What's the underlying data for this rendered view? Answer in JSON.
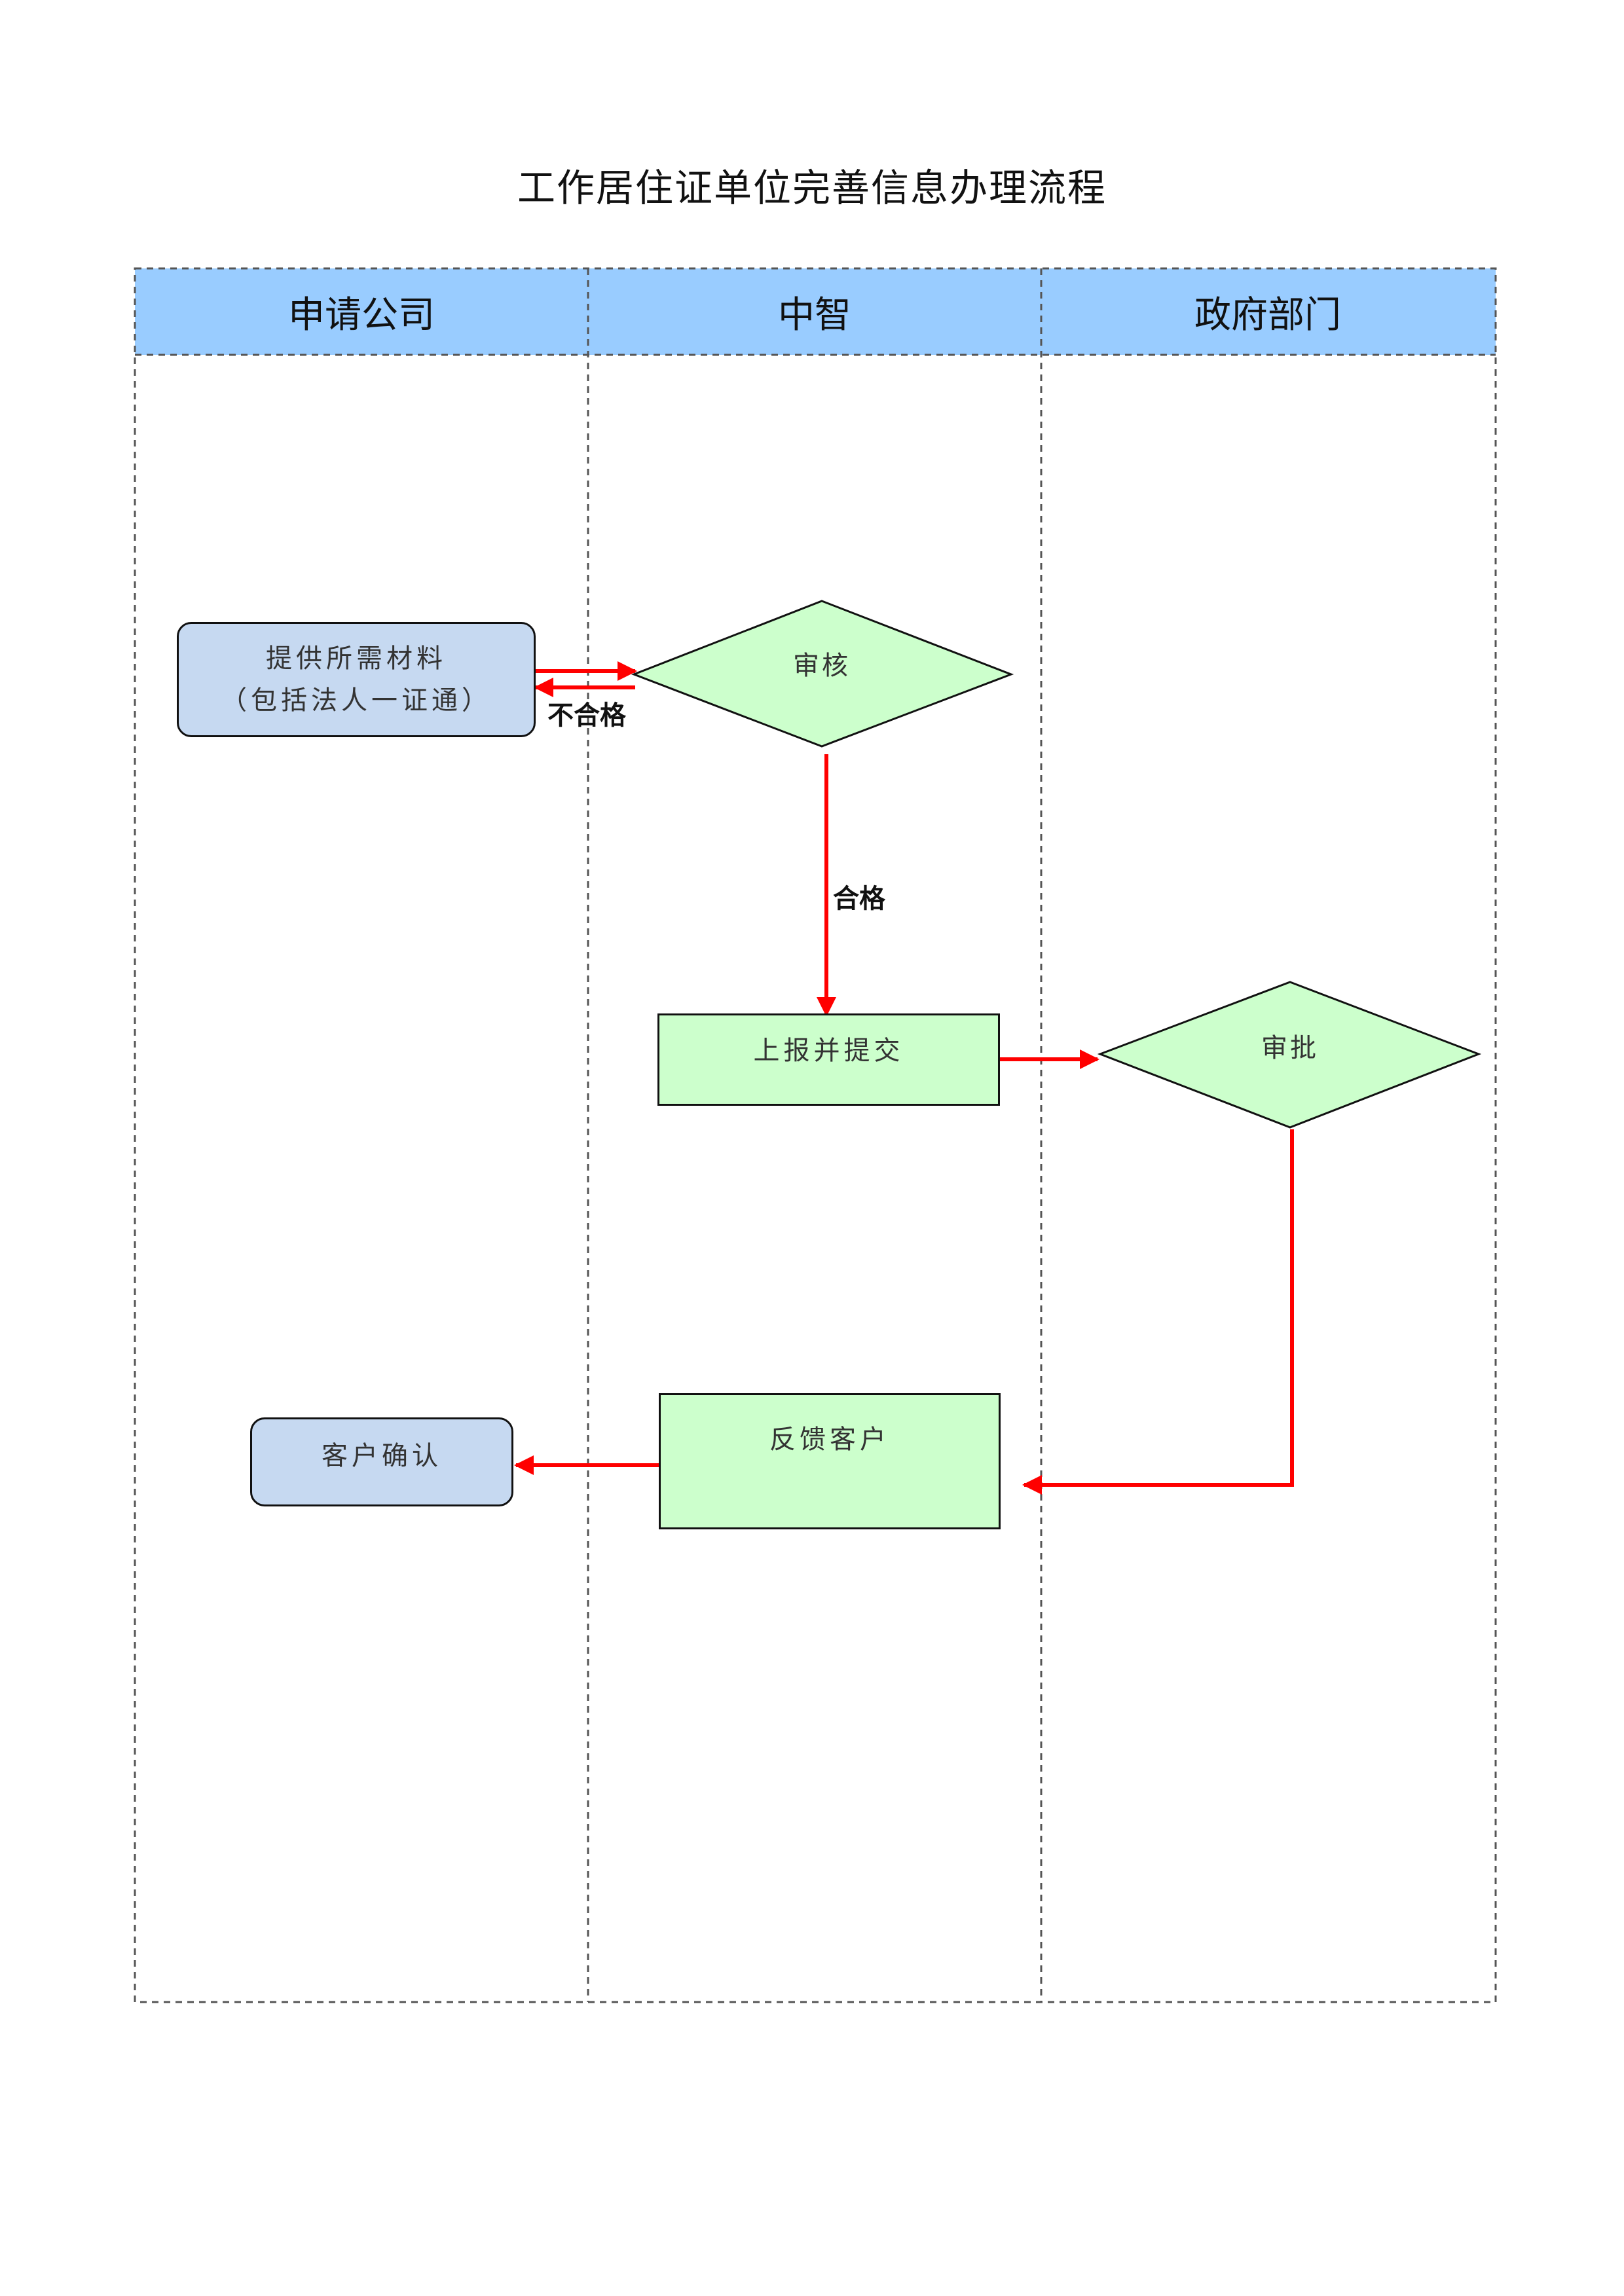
{
  "title": "工作居住证单位完善信息办理流程",
  "lanes": [
    {
      "name": "申请公司"
    },
    {
      "name": "中智"
    },
    {
      "name": "政府部门"
    }
  ],
  "nodes": {
    "provide_materials": {
      "line1": "提供所需材料",
      "line2": "（包括法人一证通）"
    },
    "review": {
      "label": "审核"
    },
    "report_submit": {
      "label": "上报并提交"
    },
    "approve": {
      "label": "审批"
    },
    "feedback_customer": {
      "label": "反馈客户"
    },
    "customer_confirm": {
      "label": "客户确认"
    }
  },
  "edges": {
    "unqualified": "不合格",
    "qualified": "合格"
  },
  "colors": {
    "header_fill": "#99ccff",
    "applicant_fill": "#c6d9f1",
    "process_fill": "#ccffcc",
    "arrow": "#ff0000"
  }
}
